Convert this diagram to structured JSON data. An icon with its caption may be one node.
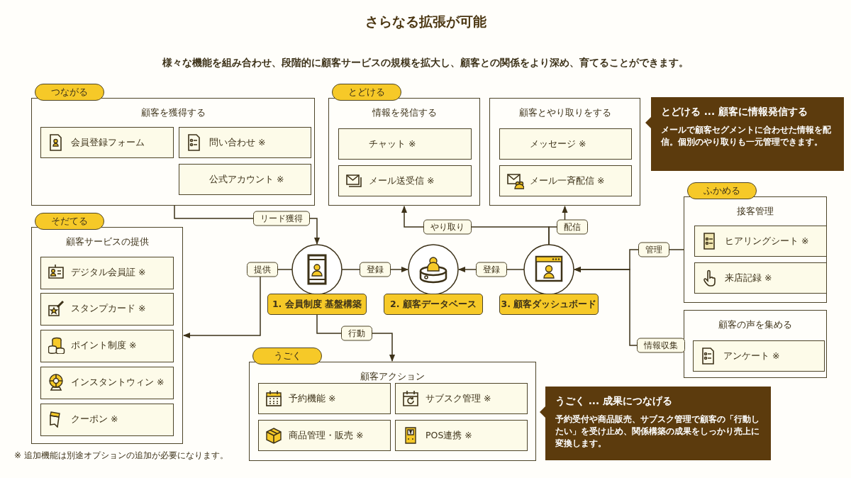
{
  "diagram": {
    "title": "さらなる拡張が可能",
    "nodes": [
      {
        "text": [
          "つながる",
          "顧客を獲得する"
        ]
      },
      {
        "text": [
          "会員登録フォーム"
        ],
        "in": 0
      },
      {
        "text": [
          "問い合わせ ※"
        ],
        "in": 0
      },
      {
        "text": [
          "公式アカウント ※"
        ],
        "in": 0
      },
      {
        "text": [
          "とどける",
          "情報を発信する"
        ]
      },
      {
        "text": [
          "チャット ※"
        ],
        "in": 4
      },
      {
        "text": [
          "メール送受信 ※"
        ],
        "in": 4
      },
      {
        "text": [
          "顧客とやり取りをする"
        ]
      },
      {
        "text": [
          "メッセージ ※"
        ],
        "in": 7
      },
      {
        "text": [
          "メール一斉配信 ※"
        ],
        "in": 7
      },
      {
        "text": [
          "とどける ... 顧客に情報発信する",
          "メールで顧客セグメントに合わせた情報を配信。個別のやり取りも一元管理できます。"
        ]
      },
      {
        "text": [
          "そだてる",
          "顧客サービスの提供"
        ]
      },
      {
        "text": [
          "デジタル会員証 ※"
        ],
        "in": 11
      },
      {
        "text": [
          "スタンプカード ※"
        ],
        "in": 11
      },
      {
        "text": [
          "ポイント制度 ※"
        ],
        "in": 11
      },
      {
        "text": [
          "インスタントウィン ※"
        ],
        "in": 11
      },
      {
        "text": [
          "クーポン ※"
        ],
        "in": 11
      },
      {
        "text": [
          "1. 会員制度 基盤構築"
        ]
      },
      {
        "text": [
          "2. 顧客データベース"
        ]
      },
      {
        "text": [
          "3. 顧客ダッシュボード"
        ]
      },
      {
        "text": [
          "ふかめる",
          "接客管理"
        ]
      },
      {
        "text": [
          "ヒアリングシート ※"
        ],
        "in": 20
      },
      {
        "text": [
          "来店記録 ※"
        ],
        "in": 20
      },
      {
        "text": [
          "顧客の声を集める"
        ]
      },
      {
        "text": [
          "アンケート ※"
        ],
        "in": 23
      },
      {
        "text": [
          "うごく",
          "顧客アクション"
        ]
      },
      {
        "text": [
          "予約機能 ※"
        ],
        "in": 25
      },
      {
        "text": [
          "サブスク管理 ※"
        ],
        "in": 25
      },
      {
        "text": [
          "商品管理・販売 ※"
        ],
        "in": 25
      },
      {
        "text": [
          "POS連携 ※"
        ],
        "in": 25
      },
      {
        "text": [
          "うごく ... 成果につなげる",
          "予約受付や商品販売、サブスク管理で顧客の「行動したい」を受け止め、関係構築の成果をしっかり売上に変換します。"
        ]
      }
    ],
    "edges": [
      {
        "from": 0,
        "to": 17,
        "arrow": "to",
        "label": "リード獲得"
      },
      {
        "from": 17,
        "to": 18,
        "arrow": "to",
        "label": "登録"
      },
      {
        "from": 19,
        "to": 18,
        "arrow": "to",
        "label": "登録"
      },
      {
        "from": 19,
        "to": 4,
        "arrow": "to",
        "label": "やり取り"
      },
      {
        "from": 19,
        "to": 7,
        "arrow": "to",
        "label": "配信"
      },
      {
        "from": 17,
        "to": 11,
        "arrow": "to",
        "label": "提供"
      },
      {
        "from": 17,
        "to": 25,
        "arrow": "to",
        "label": "行動"
      },
      {
        "from": 20,
        "to": 19,
        "arrow": "to",
        "label": "管理"
      },
      {
        "from": 23,
        "to": 19,
        "arrow": "to",
        "label": "情報収集"
      }
    ],
    "labels": [
      "様々な機能を組み合わせ、段階的に顧客サービスの規模を拡大し、顧客との関係をより深め、育てることができます。",
      "※ 追加機能は別途オプションの追加が必要になります。"
    ]
  }
}
